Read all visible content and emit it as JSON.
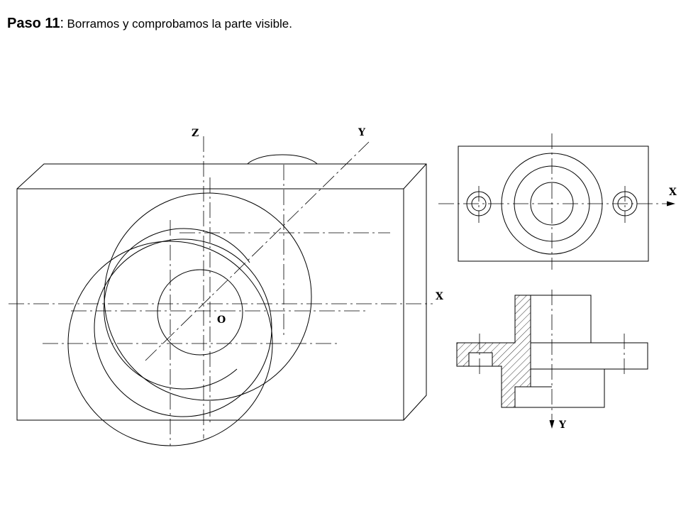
{
  "title": {
    "step": "Paso 11",
    "colon": ":",
    "text": "Borramos y comprobamos la parte visible."
  },
  "isometric_view": {
    "axis_labels": {
      "z": "Z",
      "y": "Y",
      "x": "X",
      "origin": "O"
    }
  },
  "top_view": {
    "axis_labels": {
      "x": "X"
    }
  },
  "section_view": {
    "axis_labels": {
      "y": "Y"
    }
  },
  "colors": {
    "line": "#000000",
    "center_line": "#000000",
    "background": "#ffffff"
  }
}
